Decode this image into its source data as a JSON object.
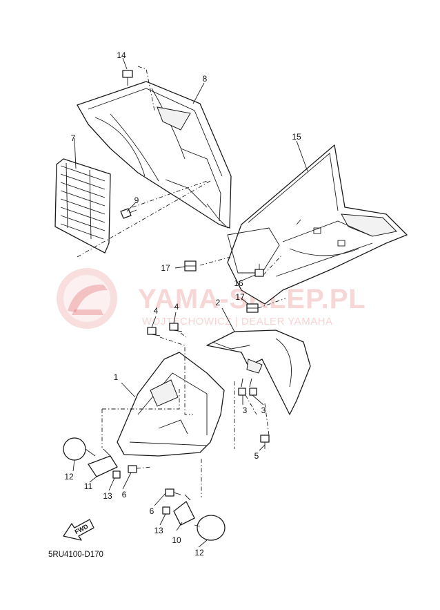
{
  "watermark": {
    "brand": "YAMA-SKLEP.PL",
    "tagline": "WOJTECHOWICZ | DEALER YAMAHA",
    "color": "#e36a6a"
  },
  "diagram_code": "5RU4100-D170",
  "direction_label": "FWD",
  "callouts": {
    "c1": "1",
    "c2": "2",
    "c3a": "3",
    "c3b": "3",
    "c4a": "4",
    "c4b": "4",
    "c5": "5",
    "c6a": "6",
    "c6b": "6",
    "c7": "7",
    "c8": "8",
    "c9": "9",
    "c10": "10",
    "c11": "11",
    "c12a": "12",
    "c12b": "12",
    "c13a": "13",
    "c13b": "13",
    "c14": "14",
    "c15": "15",
    "c16": "16",
    "c17a": "17",
    "c17b": "17"
  }
}
